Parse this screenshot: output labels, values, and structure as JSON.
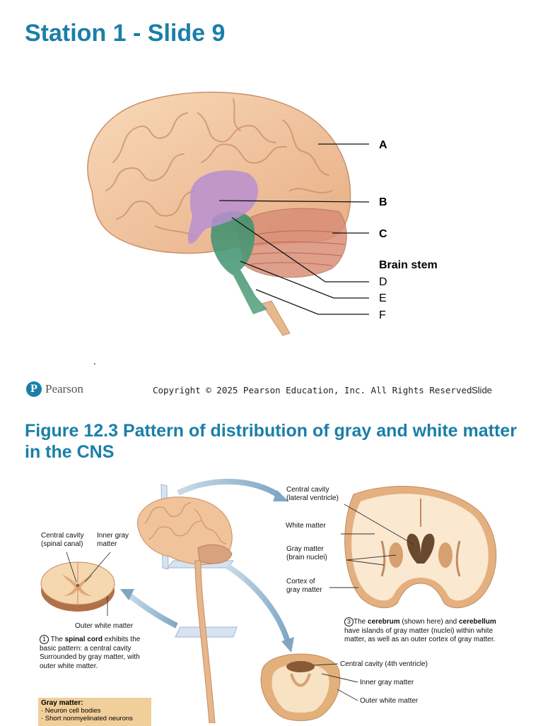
{
  "slide1": {
    "title": "Station 1 - Slide 9",
    "labels": {
      "a": "A",
      "b": "B",
      "c": "C",
      "brain_stem": "Brain stem",
      "d": "D",
      "e": "E",
      "f": "F"
    },
    "dot": ".",
    "footer": {
      "logo_letter": "P",
      "logo_word": "Pearson",
      "copyright": "Copyright © 2025 Pearson Education, Inc. All Rights Reserved",
      "slide": "Slide"
    }
  },
  "slide2": {
    "title": "Figure 12.3 Pattern of distribution of gray and white matter in the CNS",
    "labels": {
      "central_cavity_lateral_1": "Central cavity",
      "central_cavity_lateral_2": "(lateral ventricle)",
      "white_matter": "White matter",
      "gray_matter_1": "Gray matter",
      "gray_matter_2": "(brain nuclei)",
      "cortex_1": "Cortex of",
      "cortex_2": "gray matter",
      "central_cavity_spinal_1": "Central cavity",
      "central_cavity_spinal_2": "(spinal canal)",
      "inner_gray_1": "Inner gray",
      "inner_gray_2": "matter",
      "outer_white": "Outer white matter",
      "central_cavity_4th": "Central cavity (4th ventricle)",
      "inner_gray_matter": "Inner gray matter",
      "outer_white_matter": "Outer white matter"
    },
    "note1": {
      "num": "1",
      "pre": " The ",
      "bold": "spinal cord",
      "rest": " exhibits the basic pattern: a central cavity Surrounded by gray matter, with outer white matter."
    },
    "note3": {
      "num": "3",
      "pre": "The ",
      "bold1": "cerebrum",
      "mid": " (shown here) and ",
      "bold2": "cerebellum",
      "rest": " have islands of gray matter (nuclei) within white matter, as well as an outer cortex of gray matter."
    },
    "gray_box": {
      "title": "Gray matter:",
      "items": [
        "· Neuron cell bodies",
        "· Short nonmyelinated neurons"
      ]
    }
  },
  "colors": {
    "title_blue": "#1a7fa8",
    "brain_tan": "#f0c49c",
    "purple": "#b98fd0",
    "green": "#4f9a7a",
    "cerebellum": "#d98f77"
  }
}
